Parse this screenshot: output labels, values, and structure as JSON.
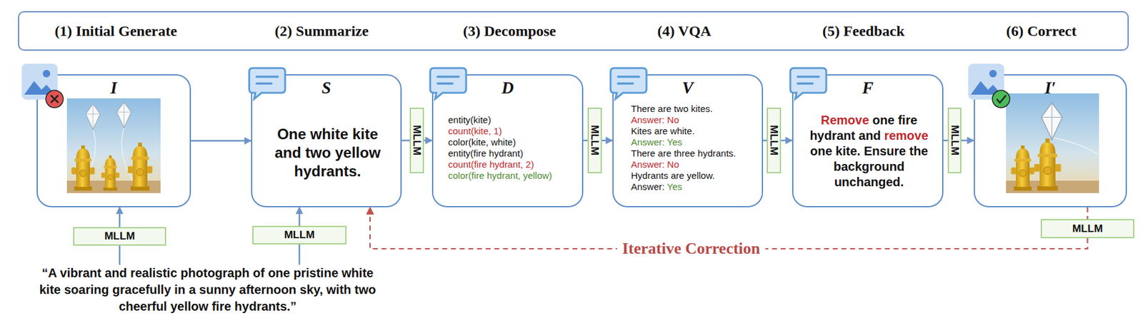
{
  "diagram": {
    "nodes": [
      {
        "text": [
          "(1) Initial Generate",
          "(2) Summarize",
          "(3) Decompose",
          "(4) VQA",
          "(5) Feedback",
          "(6) Correct"
        ]
      },
      {
        "text": [
          "I"
        ]
      },
      {
        "text": [
          "S",
          "One white kite and two yellow hydrants."
        ]
      },
      {
        "text": [
          "MLLM"
        ]
      },
      {
        "text": [
          "D",
          "entity(kite)",
          "count(kite, 1)",
          "color(kite, white)",
          "entity(fire hydrant)",
          "count(fire hydrant, 2)",
          "color(fire hydrant, yellow)"
        ]
      },
      {
        "text": [
          "MLLM"
        ]
      },
      {
        "text": [
          "V",
          "There are two kites.",
          "Answer: No",
          "Kites are white.",
          "Answer: Yes",
          "There are three hydrants.",
          "Answer: No",
          "Hydrants are yellow.",
          "Answer: Yes"
        ]
      },
      {
        "text": [
          "MLLM"
        ]
      },
      {
        "text": [
          "F",
          "Remove one fire hydrant and remove one kite. Ensure the background unchanged."
        ]
      },
      {
        "text": [
          "MLLM"
        ]
      },
      {
        "text": [
          "I′"
        ]
      },
      {
        "text": [
          "MLLM"
        ]
      },
      {
        "text": [
          "MLLM"
        ]
      },
      {
        "text": [
          "MLLM"
        ]
      }
    ],
    "edges": [
      {
        "from": 11,
        "to": 1,
        "arrow": "to"
      },
      {
        "from": 1,
        "to": 2,
        "arrow": "to"
      },
      {
        "from": 12,
        "to": 2,
        "arrow": "to"
      },
      {
        "from": 2,
        "to": 3,
        "arrow": "none"
      },
      {
        "from": 3,
        "to": 4,
        "arrow": "to"
      },
      {
        "from": 4,
        "to": 5,
        "arrow": "none"
      },
      {
        "from": 5,
        "to": 6,
        "arrow": "to"
      },
      {
        "from": 6,
        "to": 7,
        "arrow": "none"
      },
      {
        "from": 7,
        "to": 8,
        "arrow": "to"
      },
      {
        "from": 8,
        "to": 9,
        "arrow": "none"
      },
      {
        "from": 9,
        "to": 10,
        "arrow": "to"
      },
      {
        "from": 10,
        "to": 13,
        "arrow": "none"
      },
      {
        "from": 13,
        "to": 2,
        "arrow": "to",
        "label": "Iterative Correction"
      }
    ],
    "labels": [
      "“A vibrant and realistic photograph of one pristine white kite soaring gracefully in a sunny afternoon sky, with two cheerful yellow fire hydrants.”"
    ]
  }
}
